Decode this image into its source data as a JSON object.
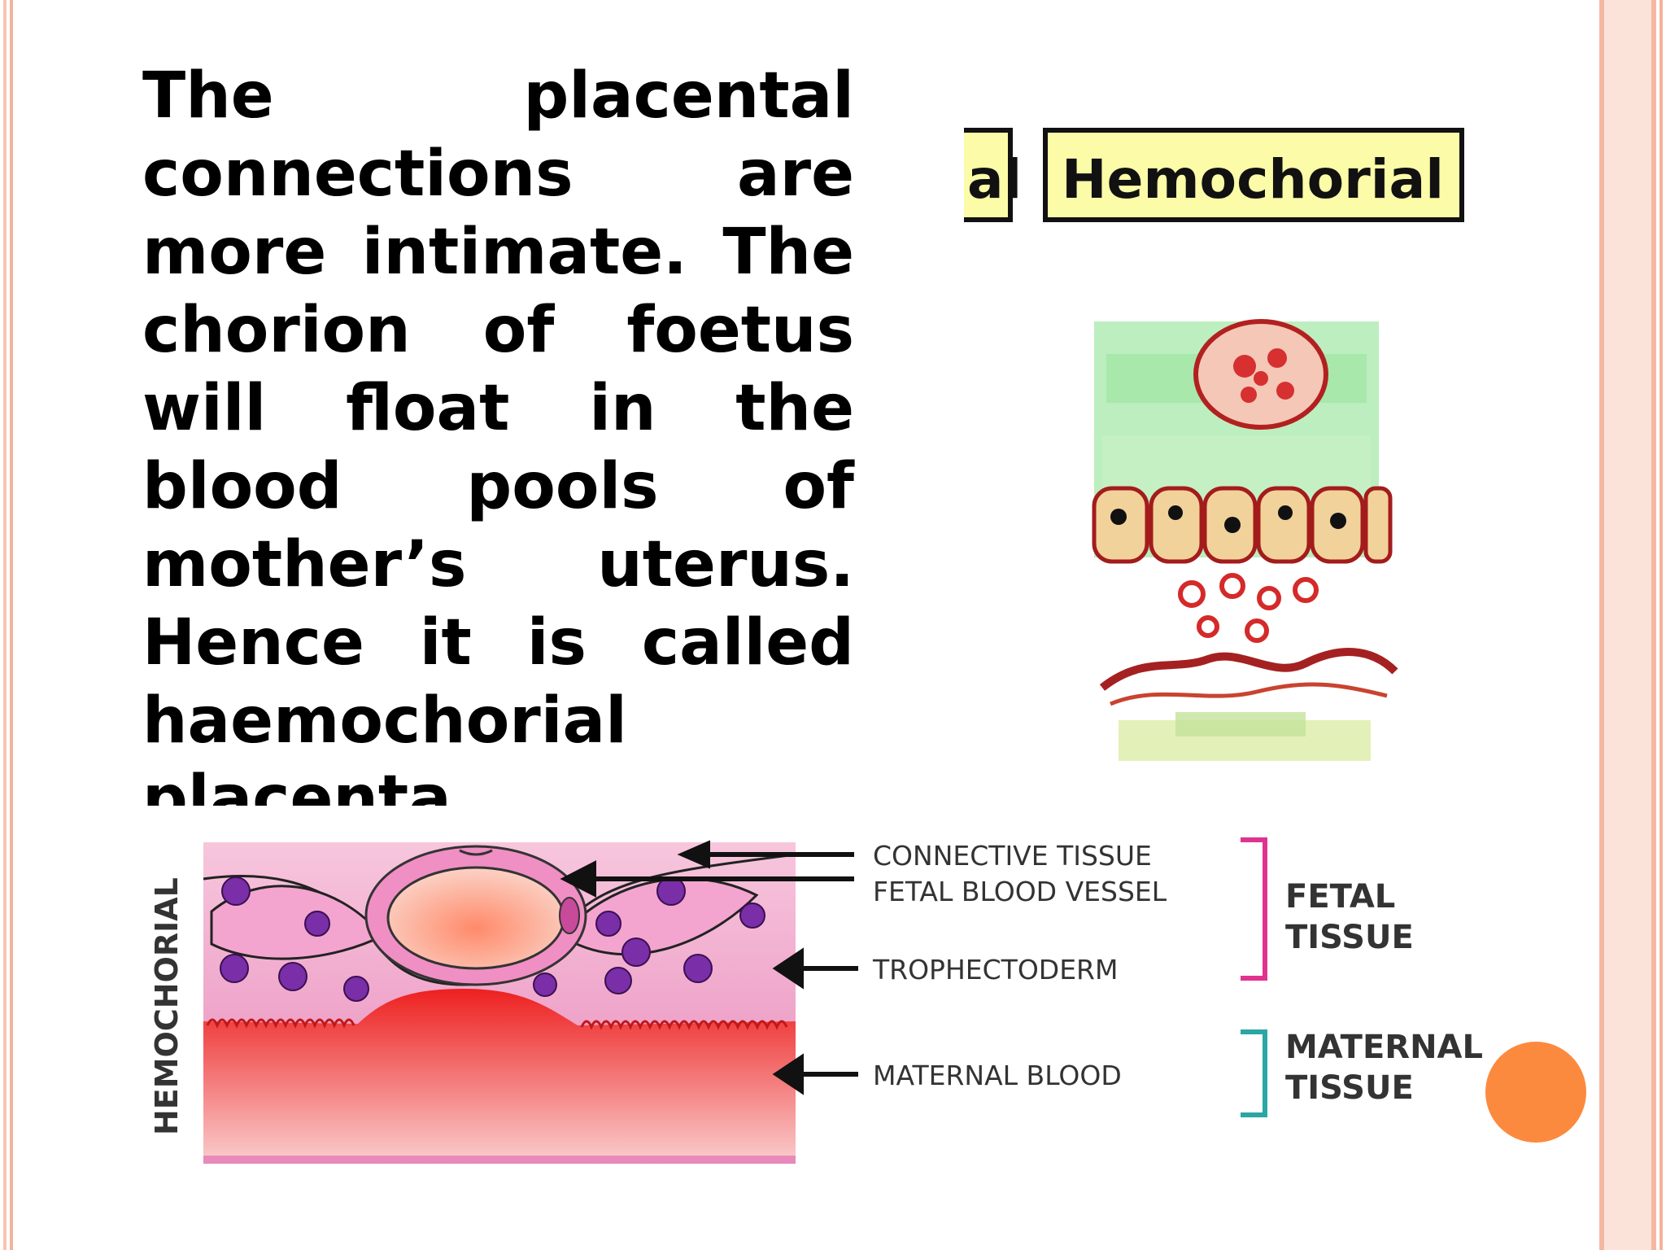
{
  "slide": {
    "body_text": "The placental connections are more intimate. The chorion of foetus will float in the blood pools of mother’s uterus. Hence it is called haemochorial placenta"
  },
  "figure_top": {
    "partial_label": "al",
    "label": "Hemochorial"
  },
  "figure_bottom": {
    "side_label": "HEMOCHORIAL",
    "labels": {
      "connective_tissue": "CONNECTIVE TISSUE",
      "fetal_blood_vessel": "FETAL BLOOD VESSEL",
      "trophectoderm": "TROPHECTODERM",
      "maternal_blood": "MATERNAL BLOOD"
    },
    "groups": {
      "fetal_line1": "FETAL",
      "fetal_line2": "TISSUE",
      "maternal_line1": "MATERNAL",
      "maternal_line2": "TISSUE"
    },
    "colors": {
      "fetal_bracket": "#e0338f",
      "maternal_bracket": "#2aa6a4",
      "blood": "#ee2a2a",
      "cell_nucleus": "#7a2ea8"
    }
  }
}
